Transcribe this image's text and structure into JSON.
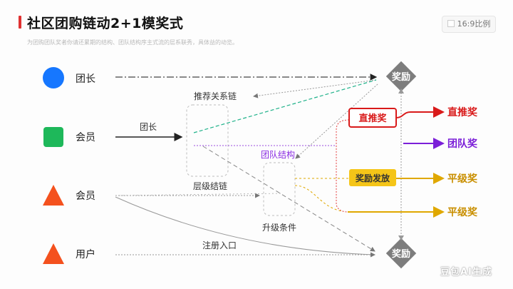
{
  "header": {
    "title": "社区团购链动2+1模奖式",
    "subtitle": "为团购团队奖者你请还累期的结构、团队结构序主式流的层系联秀，具体益的动览。",
    "ratio_label": "16:9比例"
  },
  "roles": [
    {
      "label": "团长",
      "shape": "circle",
      "color": "#1677ff"
    },
    {
      "label": "会员",
      "shape": "square",
      "color": "#1eb85a"
    },
    {
      "label": "会员",
      "shape": "triangle",
      "color": "#f4511e"
    },
    {
      "label": "用户",
      "shape": "triangle",
      "color": "#f4511e"
    }
  ],
  "flow_labels": {
    "recommend_chain": "推荐关系链",
    "leader_arrow": "团长",
    "team_structure": "团队结构",
    "tier_chain": "层级结链",
    "upgrade": "升级条件",
    "register": "注册入口"
  },
  "reward_nodes": {
    "top": "奖励",
    "bottom": "奖励"
  },
  "center_tags": {
    "direct": "直推奖",
    "distribute": "奖励发放"
  },
  "right_rewards": [
    {
      "label": "直推奖",
      "color": "#d91a1a"
    },
    {
      "label": "团队奖",
      "color": "#7b1fd8"
    },
    {
      "label": "平级奖",
      "color": "#e0a800"
    },
    {
      "label": "平级奖",
      "color": "#e0a800"
    }
  ],
  "colors": {
    "red": "#d91a1a",
    "purple": "#7b1fd8",
    "yellow": "#e0a800",
    "teal": "#20b28a",
    "diamond": "#7d7d7d"
  },
  "watermark": "豆包AI生成"
}
